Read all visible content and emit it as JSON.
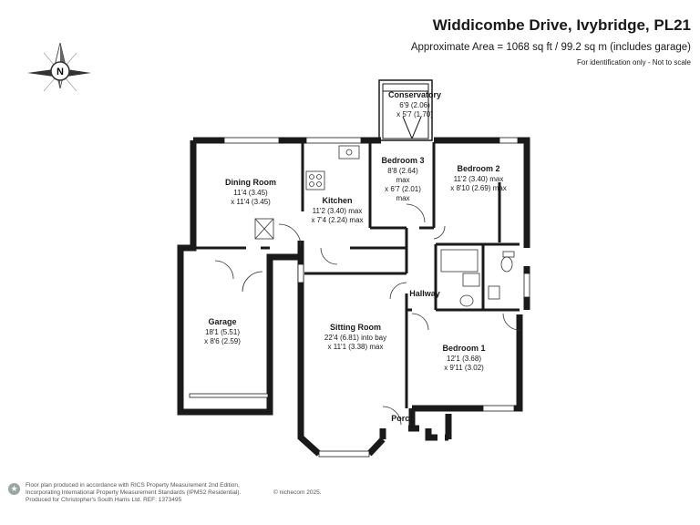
{
  "header": {
    "title": "Widdicombe Drive, Ivybridge, PL21",
    "subtitle": "Approximate Area = 1068 sq ft / 99.2 sq m (includes garage)",
    "note": "For identification only - Not to scale"
  },
  "compass": {
    "letter": "N",
    "icon": "compass-icon"
  },
  "rooms": {
    "conservatory": {
      "name": "Conservatory",
      "dims": [
        "6'9 (2.06)",
        "x 5'7 (1.70)"
      ]
    },
    "bedroom3": {
      "name": "Bedroom 3",
      "dims": [
        "8'8 (2.64)",
        "max",
        "x 6'7 (2.01)",
        "max"
      ]
    },
    "bedroom2": {
      "name": "Bedroom 2",
      "dims": [
        "11'2 (3.40) max",
        "x 8'10 (2.69) max"
      ]
    },
    "dining": {
      "name": "Dining Room",
      "dims": [
        "11'4 (3.45)",
        "x 11'4 (3.45)"
      ]
    },
    "kitchen": {
      "name": "Kitchen",
      "dims": [
        "11'2 (3.40) max",
        "x 7'4 (2.24) max"
      ]
    },
    "garage": {
      "name": "Garage",
      "dims": [
        "18'1 (5.51)",
        "x 8'6 (2.59)"
      ]
    },
    "hallway": {
      "name": "Hallway"
    },
    "sitting": {
      "name": "Sitting Room",
      "dims": [
        "22'4 (6.81) into bay",
        "x 11'1 (3.38) max"
      ]
    },
    "bedroom1": {
      "name": "Bedroom 1",
      "dims": [
        "12'1 (3.68)",
        "x 9'11 (3.02)"
      ]
    },
    "porch": {
      "name": "Porch"
    }
  },
  "footer": {
    "lines": [
      "Floor plan produced in accordance with RICS Property Measurement 2nd Edition,",
      "Incorporating International Property Measurement Standards (IPMS2 Residential).",
      "Produced for Christopher's South Hams Ltd.   REF: 1373495"
    ],
    "copyright": "© nichecom 2025.",
    "logo": "nichecom-logo"
  }
}
